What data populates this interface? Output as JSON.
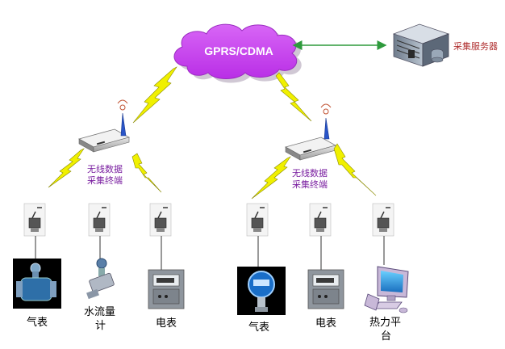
{
  "network": {
    "label": "GPRS/CDMA"
  },
  "server": {
    "label": "采集服务器",
    "icon": "server-icon"
  },
  "terminals": [
    {
      "label_line1": "无线数据",
      "label_line2": "采集终端",
      "icon": "router-icon"
    },
    {
      "label_line1": "无线数据",
      "label_line2": "采集终端",
      "icon": "router-icon"
    }
  ],
  "meters": [
    {
      "label": "气表"
    },
    {
      "label_line1": "水流量",
      "label_line2": "计"
    },
    {
      "label": "电表"
    },
    {
      "label": "气表"
    },
    {
      "label": "电表"
    },
    {
      "label_line1": "热力平",
      "label_line2": "台"
    }
  ],
  "colors": {
    "cloud": "#c93cf0",
    "lightning": "#f0f000",
    "link_arrow": "#2e9a3c",
    "terminal_label": "#7a1fa0",
    "server_label": "#b03030"
  }
}
